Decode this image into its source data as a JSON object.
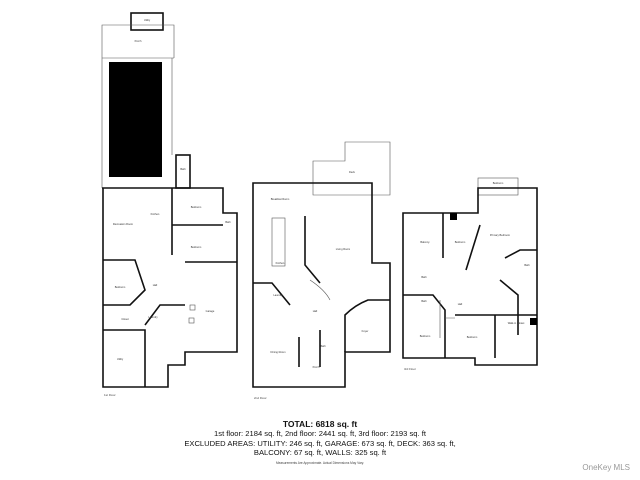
{
  "floors": [
    {
      "label": "1st Floor",
      "rooms": [
        "Utility",
        "Porch",
        "Bath",
        "Recreation Room",
        "Kitchen",
        "Bedroom",
        "Bath",
        "Bedroom",
        "Bedroom",
        "Hall",
        "Garage",
        "Closet",
        "Laundry",
        "Utility"
      ]
    },
    {
      "label": "2nd Floor",
      "rooms": [
        "Deck",
        "Breakfast Room",
        "Living Room",
        "Kitchen",
        "Laundry",
        "Hall",
        "Foyer",
        "Dining Room",
        "Bath",
        "Porch"
      ]
    },
    {
      "label": "3rd Floor",
      "rooms": [
        "Balcony",
        "Bedroom",
        "Bedroom",
        "Primary Bedroom",
        "Bath",
        "Bath",
        "Bath",
        "Hall",
        "Bedroom",
        "Bedroom",
        "Walk-in Closet"
      ]
    }
  ],
  "summary": {
    "total": "TOTAL: 6818 sq. ft",
    "floors_line": "1st floor: 2184 sq. ft, 2nd floor: 2441 sq. ft, 3rd floor: 2193 sq. ft",
    "excluded_line": "EXCLUDED AREAS: UTILITY: 246 sq. ft, GARAGE: 673 sq. ft, DECK: 363 sq. ft,",
    "excluded_line2": "BALCONY: 67 sq. ft, WALLS: 325 sq. ft",
    "note": "Measurements Are Approximate. Actual Dimensions May Vary."
  },
  "watermark": "OneKey MLS"
}
